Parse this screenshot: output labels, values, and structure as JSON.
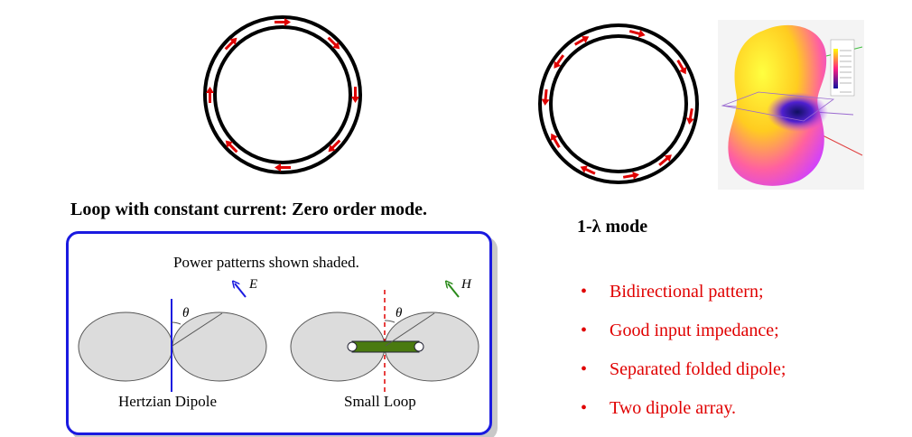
{
  "left_caption": "Loop with constant current: Zero order mode.",
  "right_caption": "1-λ mode",
  "power_box": {
    "title": "Power patterns shown shaded.",
    "hertzian_label": "Hertzian Dipole",
    "small_loop_label": "Small Loop",
    "theta_symbol": "θ",
    "e_field_label": "E",
    "h_field_label": "H"
  },
  "bullet_marker": "•",
  "bullets": [
    "Bidirectional pattern;",
    "Good input impedance;",
    "Separated folded dipole;",
    "Two dipole array."
  ],
  "colors": {
    "arrow": "#e00000",
    "bullet_text": "#e00000",
    "box_border": "#1a1ae0",
    "lobe_fill": "#dcdcdc",
    "loop_bar": "#4a7a10",
    "e_arrow": "#1a1ae0",
    "h_arrow": "#2a8a1a"
  }
}
